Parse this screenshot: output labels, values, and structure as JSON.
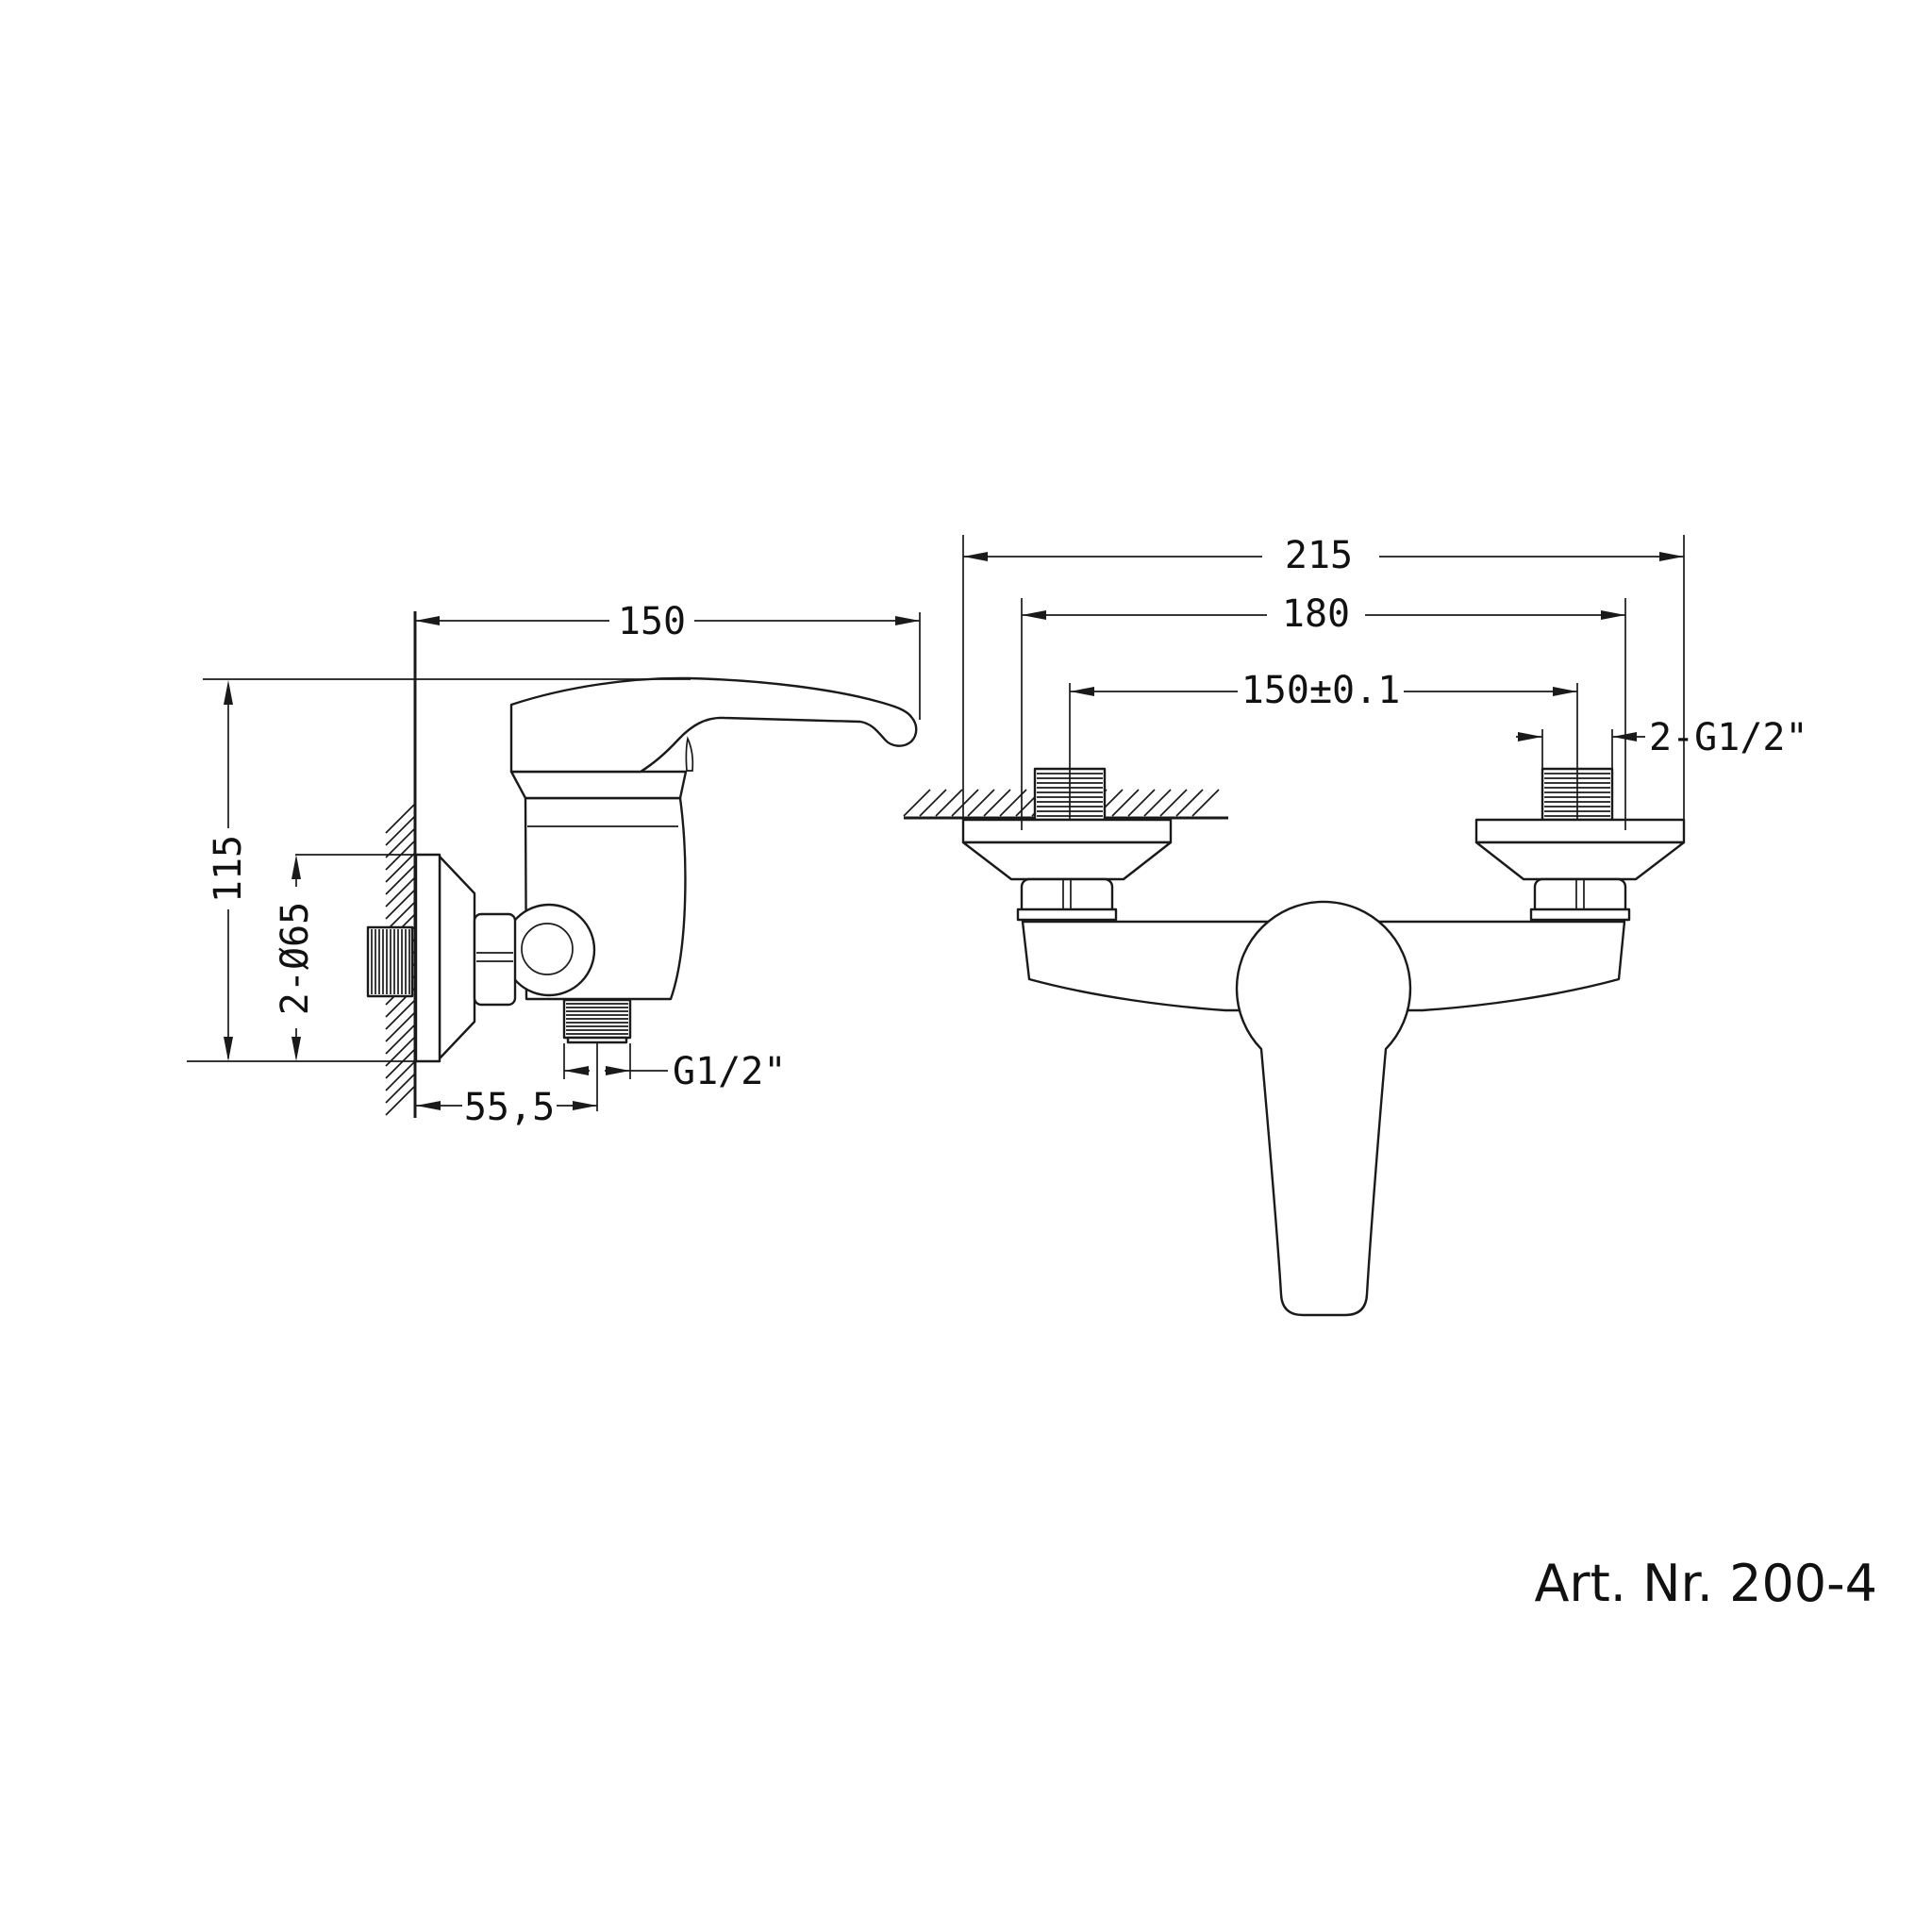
{
  "drawing": {
    "art_number": "Art. Nr. 200-4",
    "colors": {
      "line": "#1a1a1a",
      "background": "#ffffff"
    },
    "side_view": {
      "dim_width": "150",
      "dim_height": "115",
      "dim_flange": "2-Ø65",
      "dim_wall_to_outlet": "55,5",
      "dim_outlet_thread": "G1/2\""
    },
    "front_view": {
      "dim_overall_width": "215",
      "dim_body_width": "180",
      "dim_connection_centers": "150±0.1",
      "dim_connection_thread": "2-G1/2\""
    }
  }
}
